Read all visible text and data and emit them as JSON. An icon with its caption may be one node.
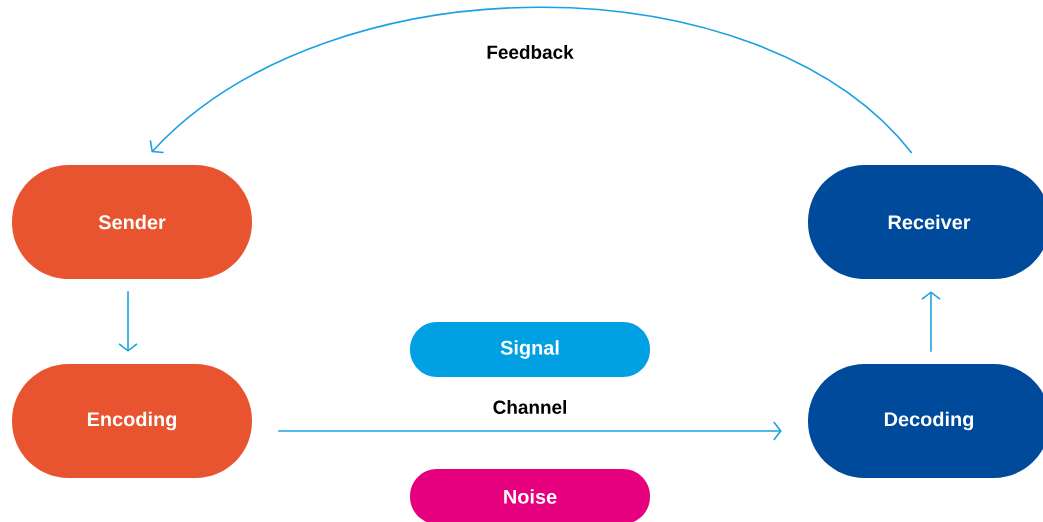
{
  "diagram": {
    "nodes": [
      {
        "text": [
          "Sender"
        ]
      },
      {
        "text": [
          "Encoding"
        ]
      },
      {
        "text": [
          "Receiver"
        ]
      },
      {
        "text": [
          "Decoding"
        ]
      },
      {
        "text": [
          "Signal"
        ]
      },
      {
        "text": [
          "Noise"
        ]
      }
    ],
    "edges": [
      {
        "from": 0,
        "to": 1,
        "arrow": "to"
      },
      {
        "from": 1,
        "to": 3,
        "arrow": "to",
        "label": "Channel"
      },
      {
        "from": 3,
        "to": 2,
        "arrow": "to"
      },
      {
        "from": 2,
        "to": 0,
        "arrow": "to",
        "label": "Feedback"
      }
    ]
  }
}
